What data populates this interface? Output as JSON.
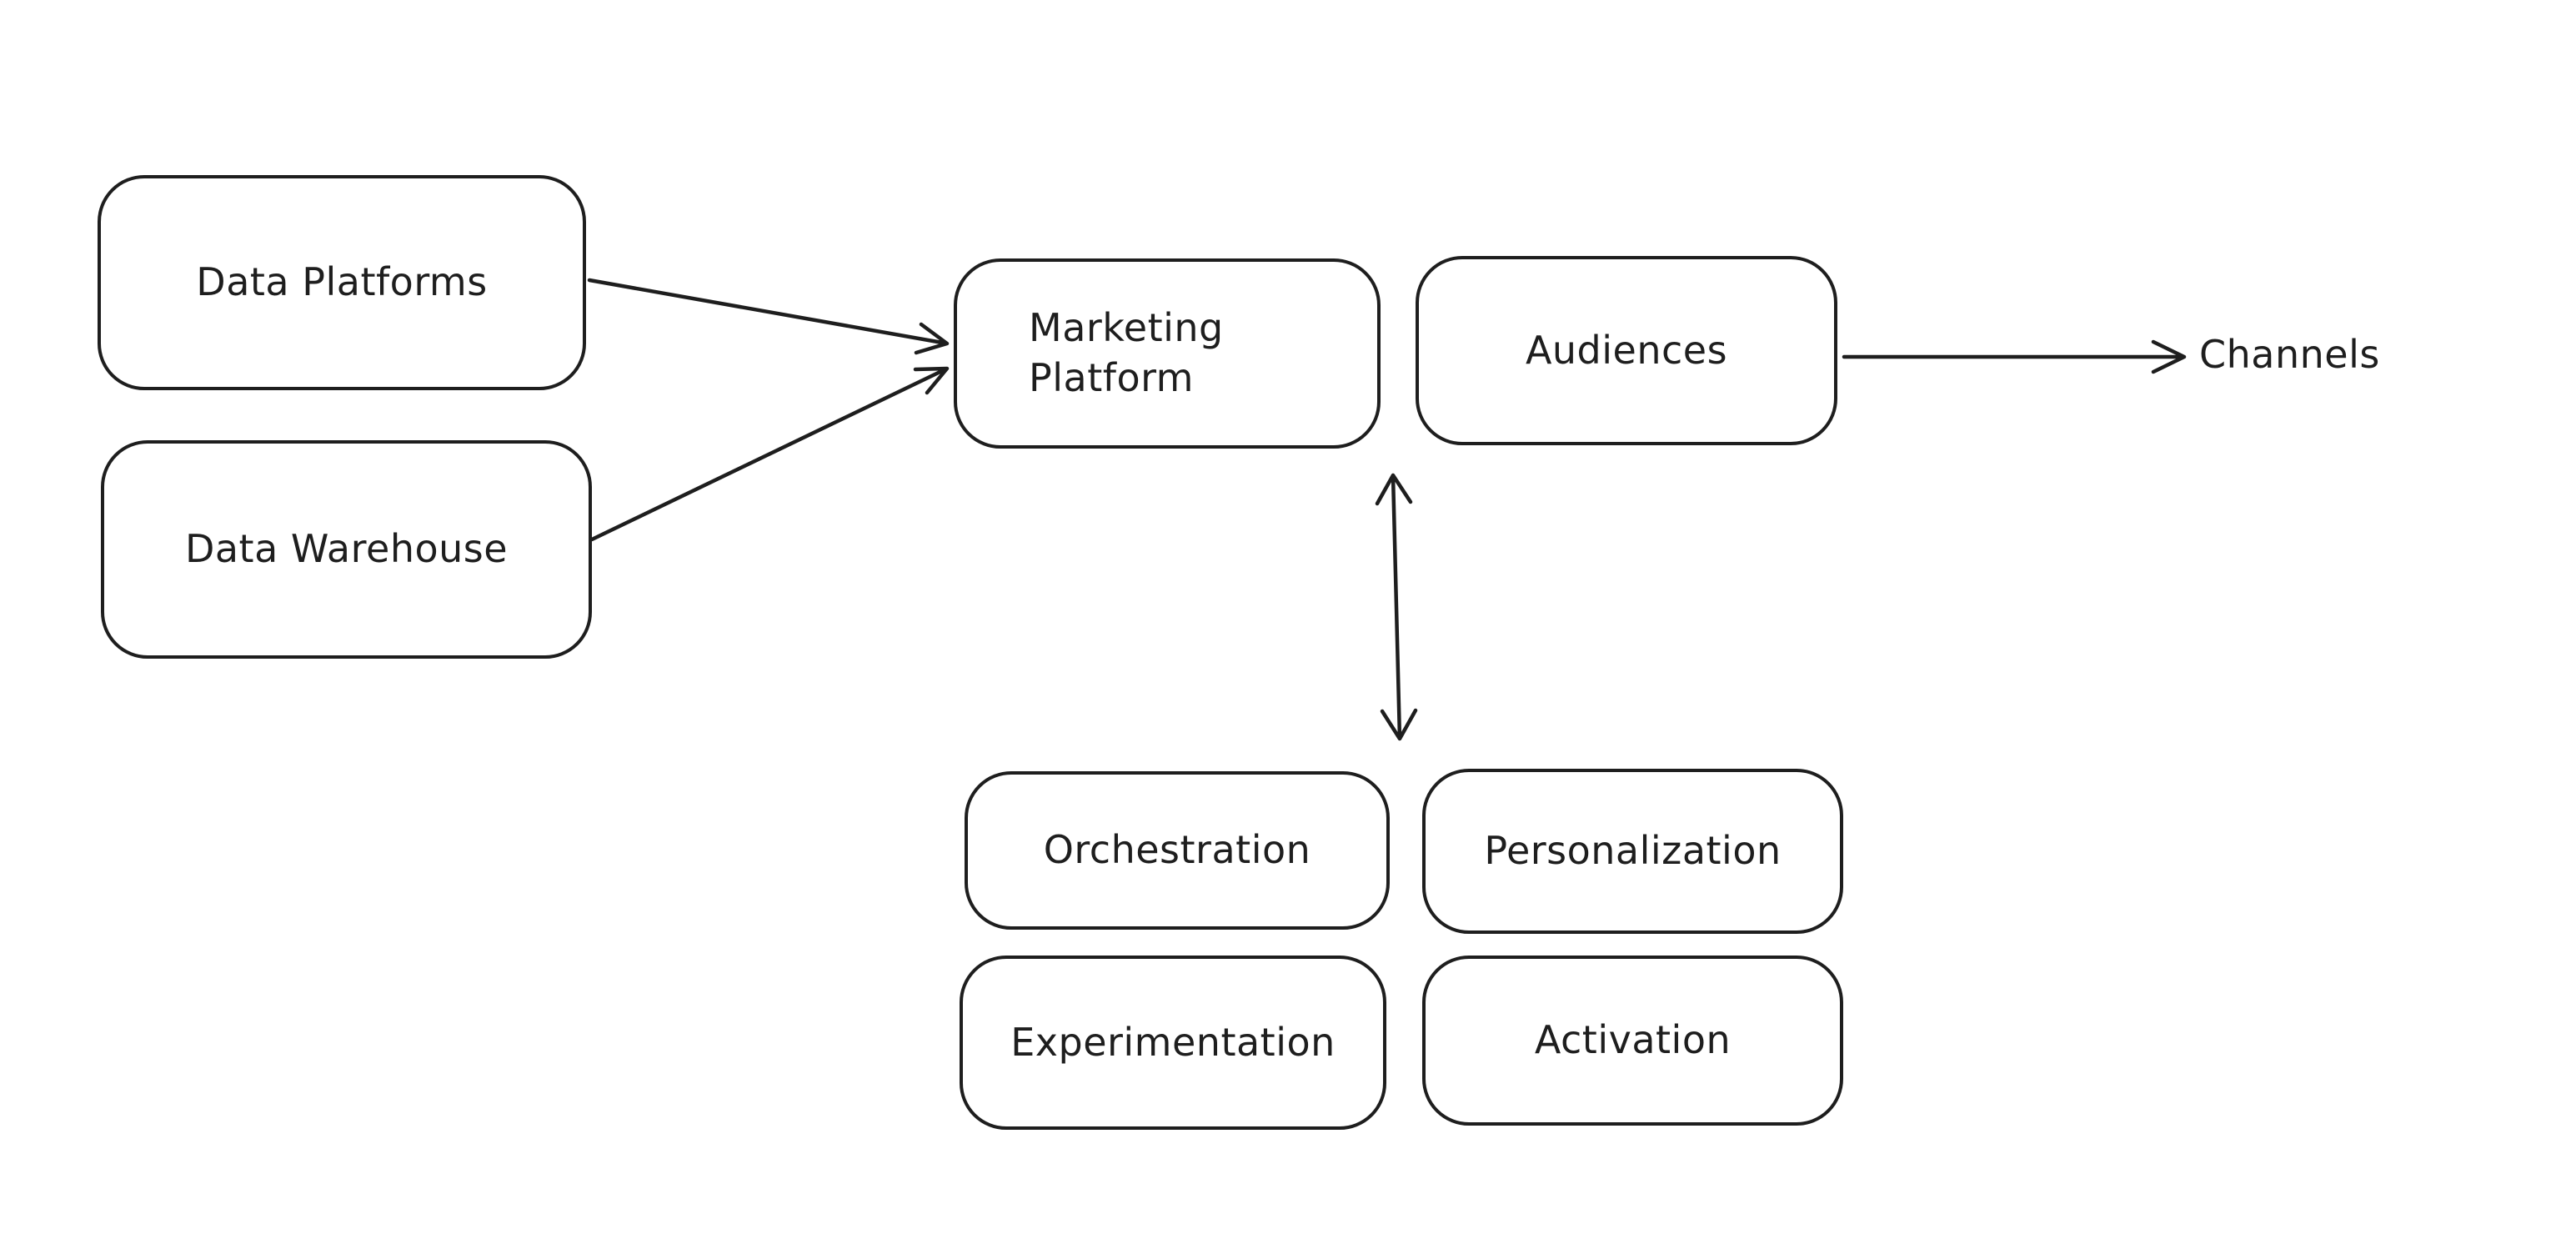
{
  "diagram": {
    "background_color": "#ffffff",
    "stroke_color": "#1e1e1e",
    "nodes": {
      "data_platforms": {
        "label": "Data Platforms"
      },
      "data_warehouse": {
        "label": "Data Warehouse"
      },
      "marketing_platform": {
        "label": "Marketing Platform"
      },
      "audiences": {
        "label": "Audiences"
      },
      "orchestration": {
        "label": "Orchestration"
      },
      "personalization": {
        "label": "Personalization"
      },
      "experimentation": {
        "label": "Experimentation"
      },
      "activation": {
        "label": "Activation"
      }
    },
    "text_labels": {
      "channels": "Channels"
    },
    "edges": [
      {
        "from": "Data Platforms",
        "to": "Marketing Platform",
        "style": "arrow"
      },
      {
        "from": "Data Warehouse",
        "to": "Marketing Platform",
        "style": "arrow"
      },
      {
        "from": "Audiences",
        "to": "Channels",
        "style": "arrow"
      },
      {
        "from": "Marketing Platform / Audiences",
        "to": "Orchestration / Personalization",
        "style": "double-arrow"
      }
    ]
  }
}
